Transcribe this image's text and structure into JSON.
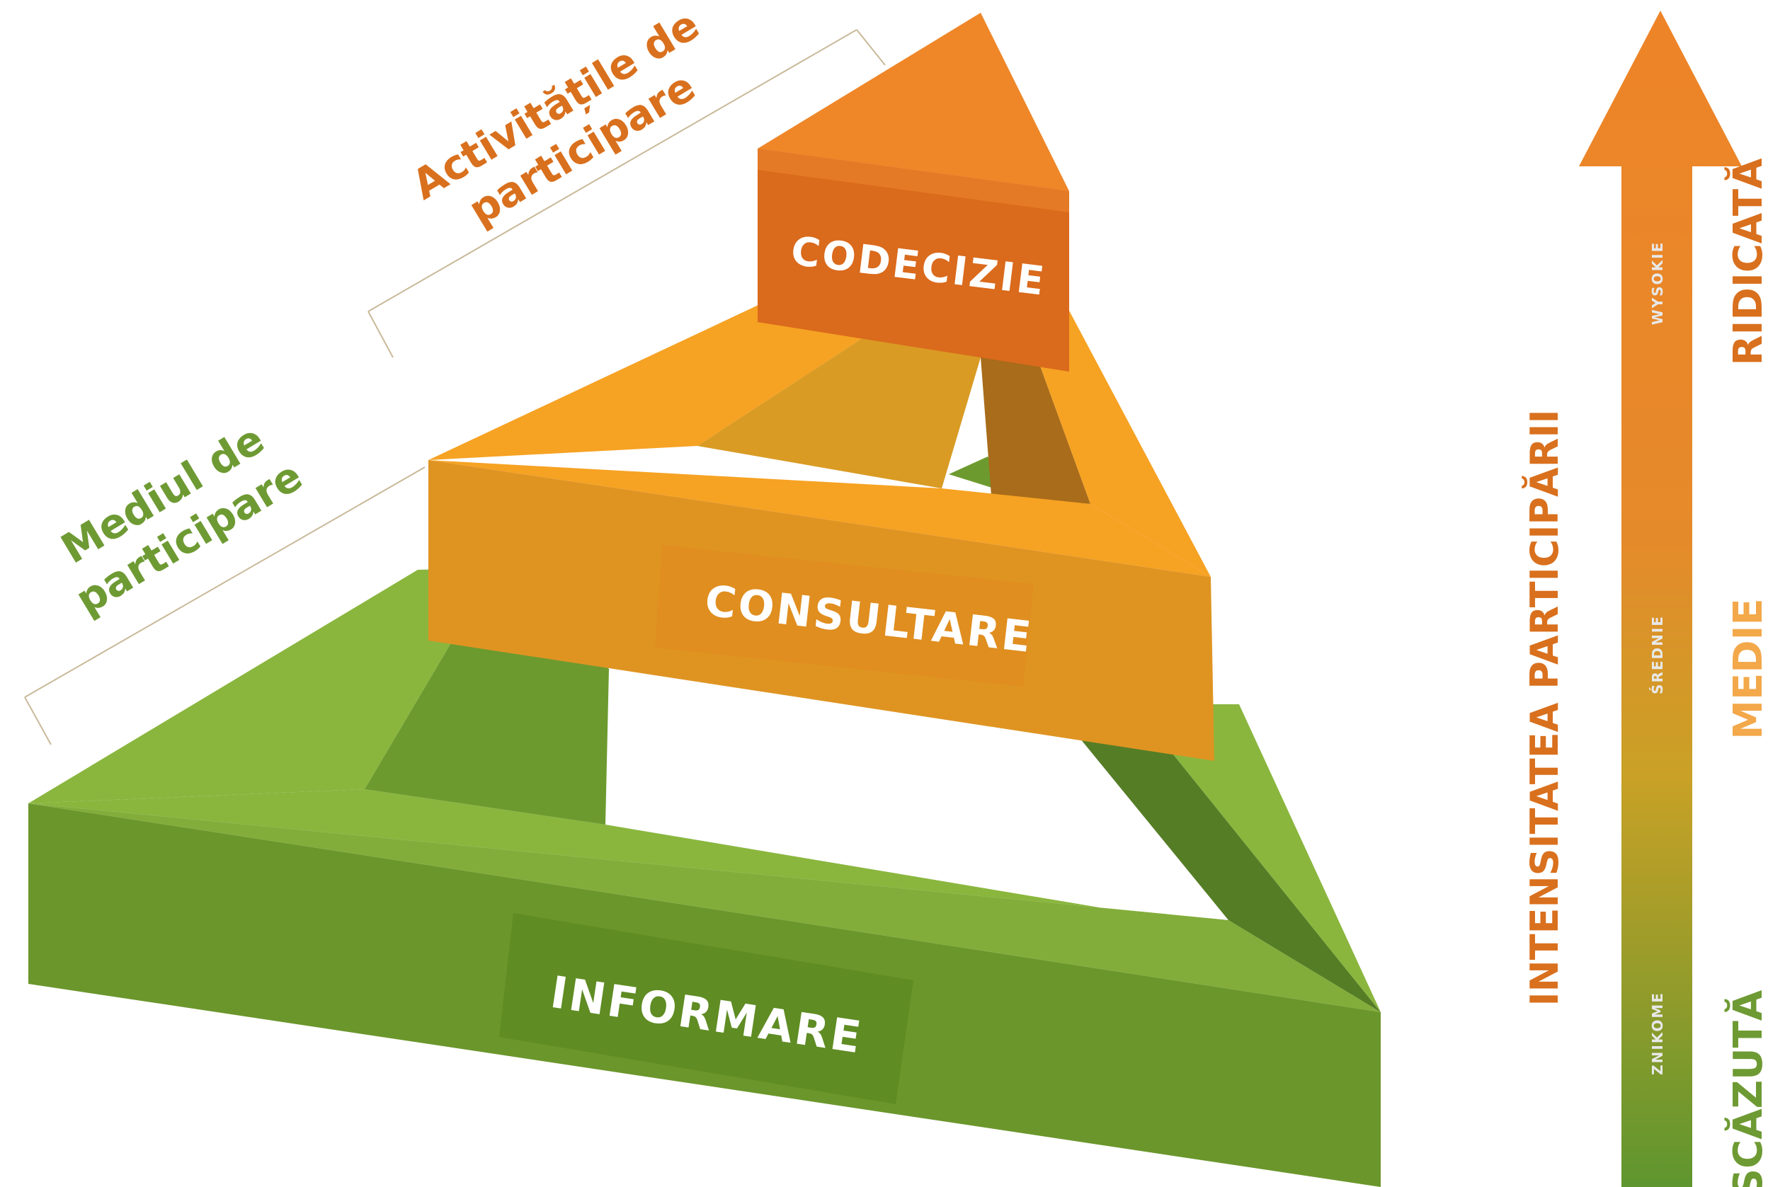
{
  "tiers": {
    "top": {
      "label": "CODECIZIE"
    },
    "middle": {
      "label": "CONSULTARE"
    },
    "bottom": {
      "label": "INFORMARE"
    }
  },
  "brackets": {
    "activities": {
      "line1": "Activitățile de",
      "line2": "participare"
    },
    "environment": {
      "line1": "Mediul de",
      "line2": "participare"
    }
  },
  "intensity": {
    "axis_title": "INTENSITATEA PARTICIPĂRII",
    "high": "RIDICATĂ",
    "medium": "MEDIE",
    "low": "SCĂZUTĂ",
    "arrow_high": "WYSOKIE",
    "arrow_medium": "ŚREDNIE",
    "arrow_low": "ZNIKOME"
  },
  "colors": {
    "green": "#6f9a2e",
    "orange_mid": "#f2a027",
    "orange_top": "#ee8427",
    "label_green": "#6e9a33",
    "label_orange": "#d9701d",
    "label_light_orange": "#f3a84a"
  }
}
